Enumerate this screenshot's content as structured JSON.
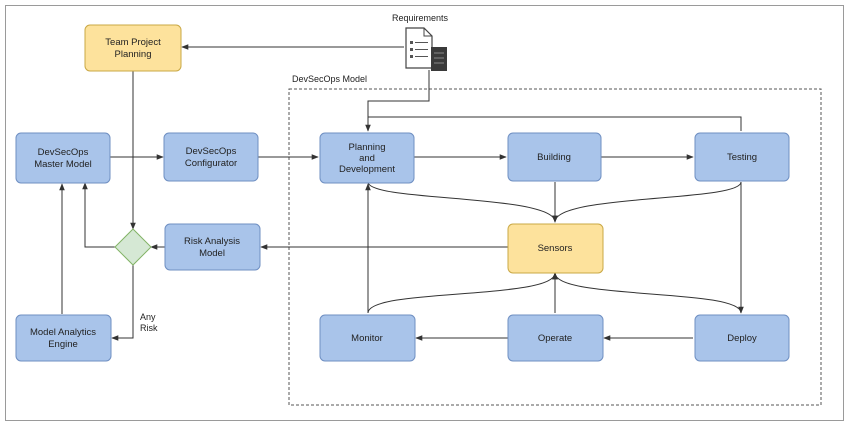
{
  "colors": {
    "node_fill": "#a9c4ea",
    "node_stroke": "#6f8fc2",
    "highlight_fill": "#fde29c",
    "highlight_stroke": "#c9a845",
    "decision_fill": "#d5e8d4",
    "decision_stroke": "#82b366",
    "edge": "#333333"
  },
  "diagram": {
    "region_label": "DevSecOps Model",
    "requirements_label": "Requirements",
    "risk_label_line1": "Any",
    "risk_label_line2": "Risk",
    "nodes": {
      "team_planning": {
        "line1": "Team Project",
        "line2": "Planning"
      },
      "master_model": {
        "line1": "DevSecOps",
        "line2": "Master Model"
      },
      "configurator": {
        "line1": "DevSecOps",
        "line2": "Configurator"
      },
      "planning_dev": {
        "line1": "Planning",
        "line2": "and",
        "line3": "Development"
      },
      "building": {
        "line1": "Building"
      },
      "testing": {
        "line1": "Testing"
      },
      "sensors": {
        "line1": "Sensors"
      },
      "risk_model": {
        "line1": "Risk Analysis",
        "line2": "Model"
      },
      "analytics_engine": {
        "line1": "Model Analytics",
        "line2": "Engine"
      },
      "monitor": {
        "line1": "Monitor"
      },
      "operate": {
        "line1": "Operate"
      },
      "deploy": {
        "line1": "Deploy"
      }
    }
  }
}
